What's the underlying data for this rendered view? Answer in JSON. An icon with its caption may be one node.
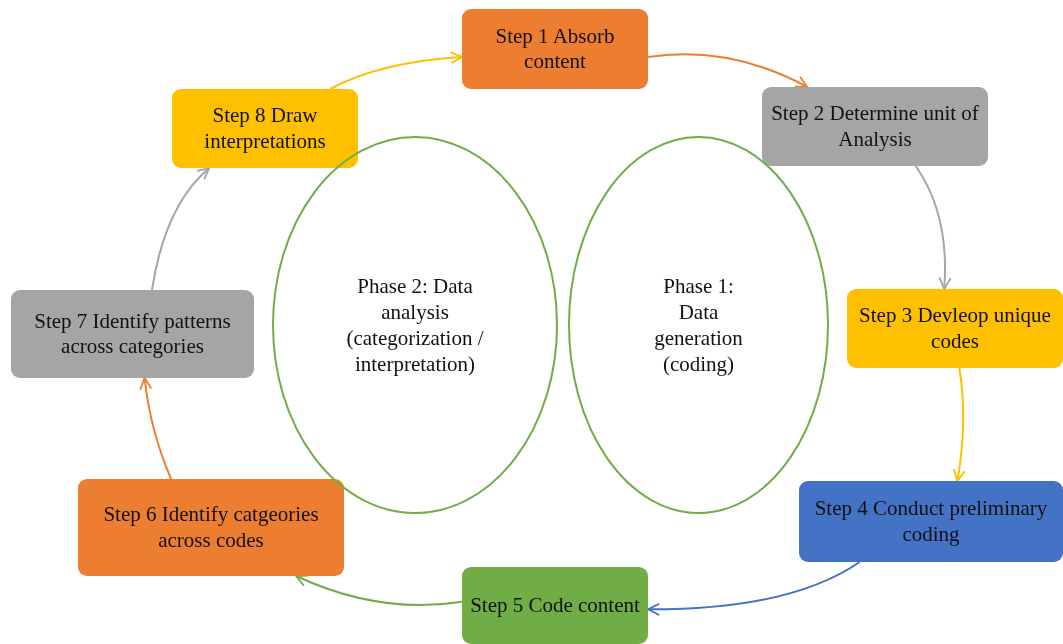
{
  "diagram": {
    "nodes": [
      {
        "text": [
          "Step 1 Absorb content"
        ]
      },
      {
        "text": [
          "Step 2 Determine unit of Analysis"
        ]
      },
      {
        "text": [
          "Step 3 Devleop unique codes"
        ]
      },
      {
        "text": [
          "Step 4 Conduct preliminary coding"
        ]
      },
      {
        "text": [
          "Step 5 Code content"
        ]
      },
      {
        "text": [
          "Step 6 Identify catgeories across codes"
        ]
      },
      {
        "text": [
          "Step 7 Identify patterns across categories"
        ]
      },
      {
        "text": [
          "Step 8 Draw interpretations"
        ]
      },
      {
        "text": [
          "Phase 2: Data analysis (categorization / interpretation)"
        ]
      },
      {
        "text": [
          "Phase 1: Data generation (coding)"
        ]
      }
    ],
    "edges": [
      {
        "from": 0,
        "to": 1,
        "arrow": "to",
        "color": "#ed7d31"
      },
      {
        "from": 1,
        "to": 2,
        "arrow": "to",
        "color": "#a5a5a5"
      },
      {
        "from": 2,
        "to": 3,
        "arrow": "to",
        "color": "#ffc000"
      },
      {
        "from": 3,
        "to": 4,
        "arrow": "to",
        "color": "#4472c4"
      },
      {
        "from": 4,
        "to": 5,
        "arrow": "to",
        "color": "#70ad47"
      },
      {
        "from": 5,
        "to": 6,
        "arrow": "to",
        "color": "#ed7d31"
      },
      {
        "from": 6,
        "to": 7,
        "arrow": "to",
        "color": "#a5a5a5"
      },
      {
        "from": 7,
        "to": 0,
        "arrow": "to",
        "color": "#ffc000"
      }
    ]
  }
}
